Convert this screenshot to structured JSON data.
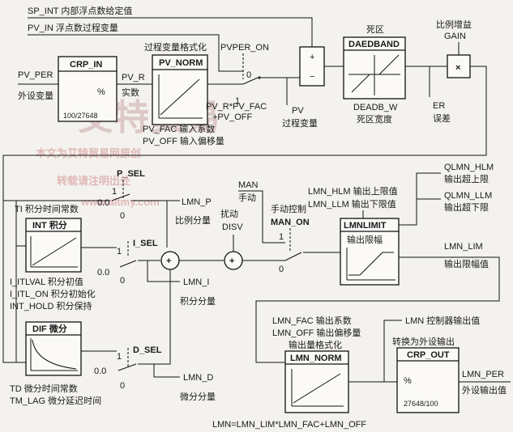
{
  "inputs": {
    "sp_int": "SP_INT 内部浮点数给定值",
    "pv_in": "PV_IN 浮点数过程变量",
    "pv_per": "PV_PER",
    "pv_per_desc": "外设变量",
    "pv_r": "PV_R",
    "pv_r_desc": "实数"
  },
  "blocks": {
    "crp_in": "CRP_IN",
    "crp_in_pct": "%",
    "crp_in_ratio": "100/27648",
    "pv_norm_caption": "过程变量格式化",
    "pv_norm": "PV_NORM",
    "pv_norm_formula_1": "PV_R*PV_FAC",
    "pv_norm_formula_2": "+PV_OFF",
    "pv_fac": "PV_FAC 输入系数",
    "pv_off": "PV_OFF 输入偏移量",
    "pvper_on": "PVPER_ON",
    "sw_0": "0",
    "sw_1": "1",
    "deadband_caption": "死区",
    "deadband": "DAEDBAND",
    "deadb_w": "DEADB_W",
    "deadb_w_desc": "死区宽度",
    "gain_caption": "比例增益",
    "gain": "GAIN",
    "pv_out": "PV",
    "pv_out_desc": "过程变量",
    "er": "ER",
    "er_desc": "误差",
    "plus": "+",
    "minus": "−",
    "times": "×"
  },
  "controller": {
    "ti": "TI 积分时间常数",
    "p_sel": "P_SEL",
    "lmn_p": "LMN_P",
    "lmn_p_desc": "比例分量",
    "int_block": "INT 积分",
    "i_sel": "I_SEL",
    "zero_val": "0.0",
    "i_itlval": "I_ITLVAL 积分初值",
    "i_itl_on": "I_ITL_ON 积分初始化",
    "int_hold": "INT_HOLD 积分保持",
    "lmn_i": "LMN_I",
    "lmn_i_desc": "积分分量",
    "dif_block": "DIF 微分",
    "d_sel": "D_SEL",
    "lmn_d": "LMN_D",
    "lmn_d_desc": "微分分量",
    "td": "TD 微分时间常数",
    "tm_lag": "TM_LAG 微分延迟时间",
    "disv": "扰动",
    "disv_code": "DISV",
    "man": "MAN",
    "man_desc": "手动",
    "man_ctrl": "手动控制",
    "man_on": "MAN_ON"
  },
  "limiter": {
    "lmn_hlm": "LMN_HLM 输出上限值",
    "lmn_llm": "LMN_LLM 输出下限值",
    "block": "LMNLIMIT",
    "block_desc": "输出限幅",
    "qlmn_hlm": "QLMN_HLM",
    "qlmn_hlm_desc": "输出超上限",
    "qlmn_llm": "QLMN_LLM",
    "qlmn_llm_desc": "输出超下限",
    "lmn_lim": "LMN_LIM",
    "lmn_lim_desc": "输出限幅值"
  },
  "output": {
    "lmn_fac": "LMN_FAC 输出系数",
    "lmn_off": "LMN_OFF 输出偏移量",
    "norm_caption": "输出量格式化",
    "norm_block": "LMN_NORM",
    "lmn": "LMN 控制器输出值",
    "convert": "转换为外设输出",
    "crp_out": "CRP_OUT",
    "crp_out_pct": "%",
    "crp_out_ratio": "27648/100",
    "lmn_per": "LMN_PER",
    "lmn_per_desc": "外设输出值",
    "formula": "LMN=LMN_LIM*LMN_FAC+LMN_OFF"
  },
  "watermark": {
    "brand": "艾特贸易",
    "source": "本文为艾特贸易网原创",
    "notice": "转载请注明出处",
    "url": "www.aitmy.com"
  }
}
